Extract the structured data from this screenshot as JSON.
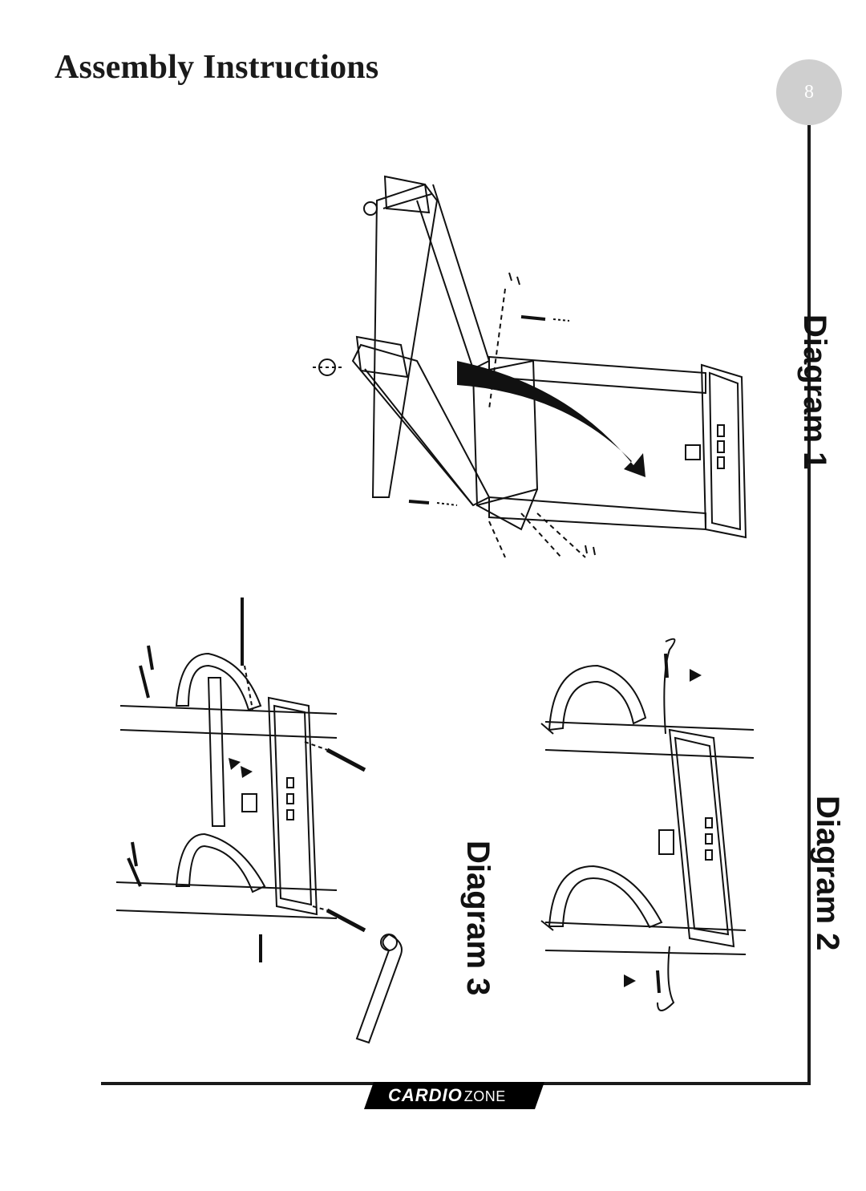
{
  "page": {
    "title": "Assembly Instructions",
    "page_number": "8"
  },
  "diagrams": {
    "diagram_1_label": "Diagram 1",
    "diagram_2_label": "Diagram 2",
    "diagram_3_label": "Diagram 3"
  },
  "footer": {
    "brand_bold": "CARDIO",
    "brand_light": "ZONE"
  },
  "colors": {
    "text": "#1a1a1a",
    "badge": "#cfcfcf",
    "rule": "#1a1a1a",
    "logo_bg": "#000000"
  }
}
